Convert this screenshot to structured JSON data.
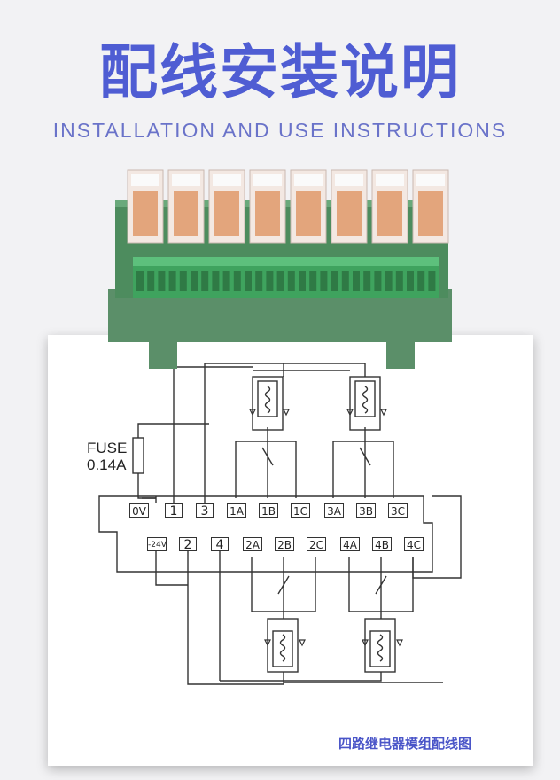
{
  "title": "配线安装说明",
  "subtitle": "INSTALLATION AND USE INSTRUCTIONS",
  "fuse": {
    "line1": "FUSE",
    "line2": "0.14A"
  },
  "terminals_top": [
    "0V",
    "1",
    "3",
    "1A",
    "1B",
    "1C",
    "3A",
    "3B",
    "3C"
  ],
  "terminals_bottom": [
    "-24V",
    "2",
    "4",
    "2A",
    "2B",
    "2C",
    "4A",
    "4B",
    "4C"
  ],
  "caption": "四路继电器模组配线图",
  "colors": {
    "accent": "#4f5dd3",
    "board": "#5f9b72",
    "terminal": "#3fa35e"
  }
}
